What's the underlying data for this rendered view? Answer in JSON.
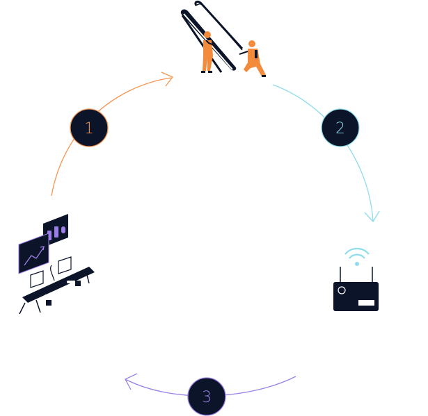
{
  "diagram": {
    "type": "cycle",
    "steps": [
      {
        "number": "1",
        "color": "#f7944f",
        "from": "operations-dashboard",
        "to": "escalator-maintenance"
      },
      {
        "number": "2",
        "color": "#8fdcec",
        "from": "escalator-maintenance",
        "to": "iot-router"
      },
      {
        "number": "3",
        "color": "#9b82e8",
        "from": "iot-router",
        "to": "operations-dashboard"
      }
    ],
    "nodes": [
      {
        "id": "escalator-maintenance",
        "icon": "escalator-workers-icon"
      },
      {
        "id": "iot-router",
        "icon": "wifi-router-icon"
      },
      {
        "id": "operations-dashboard",
        "icon": "control-room-dashboard-icon"
      }
    ],
    "badge_color": "#0b1428",
    "accent_dark": "#0b1428",
    "worker_orange": "#f28c3c",
    "chart_purple": "#9b7fe6",
    "wifi_cyan": "#8fdcec"
  }
}
